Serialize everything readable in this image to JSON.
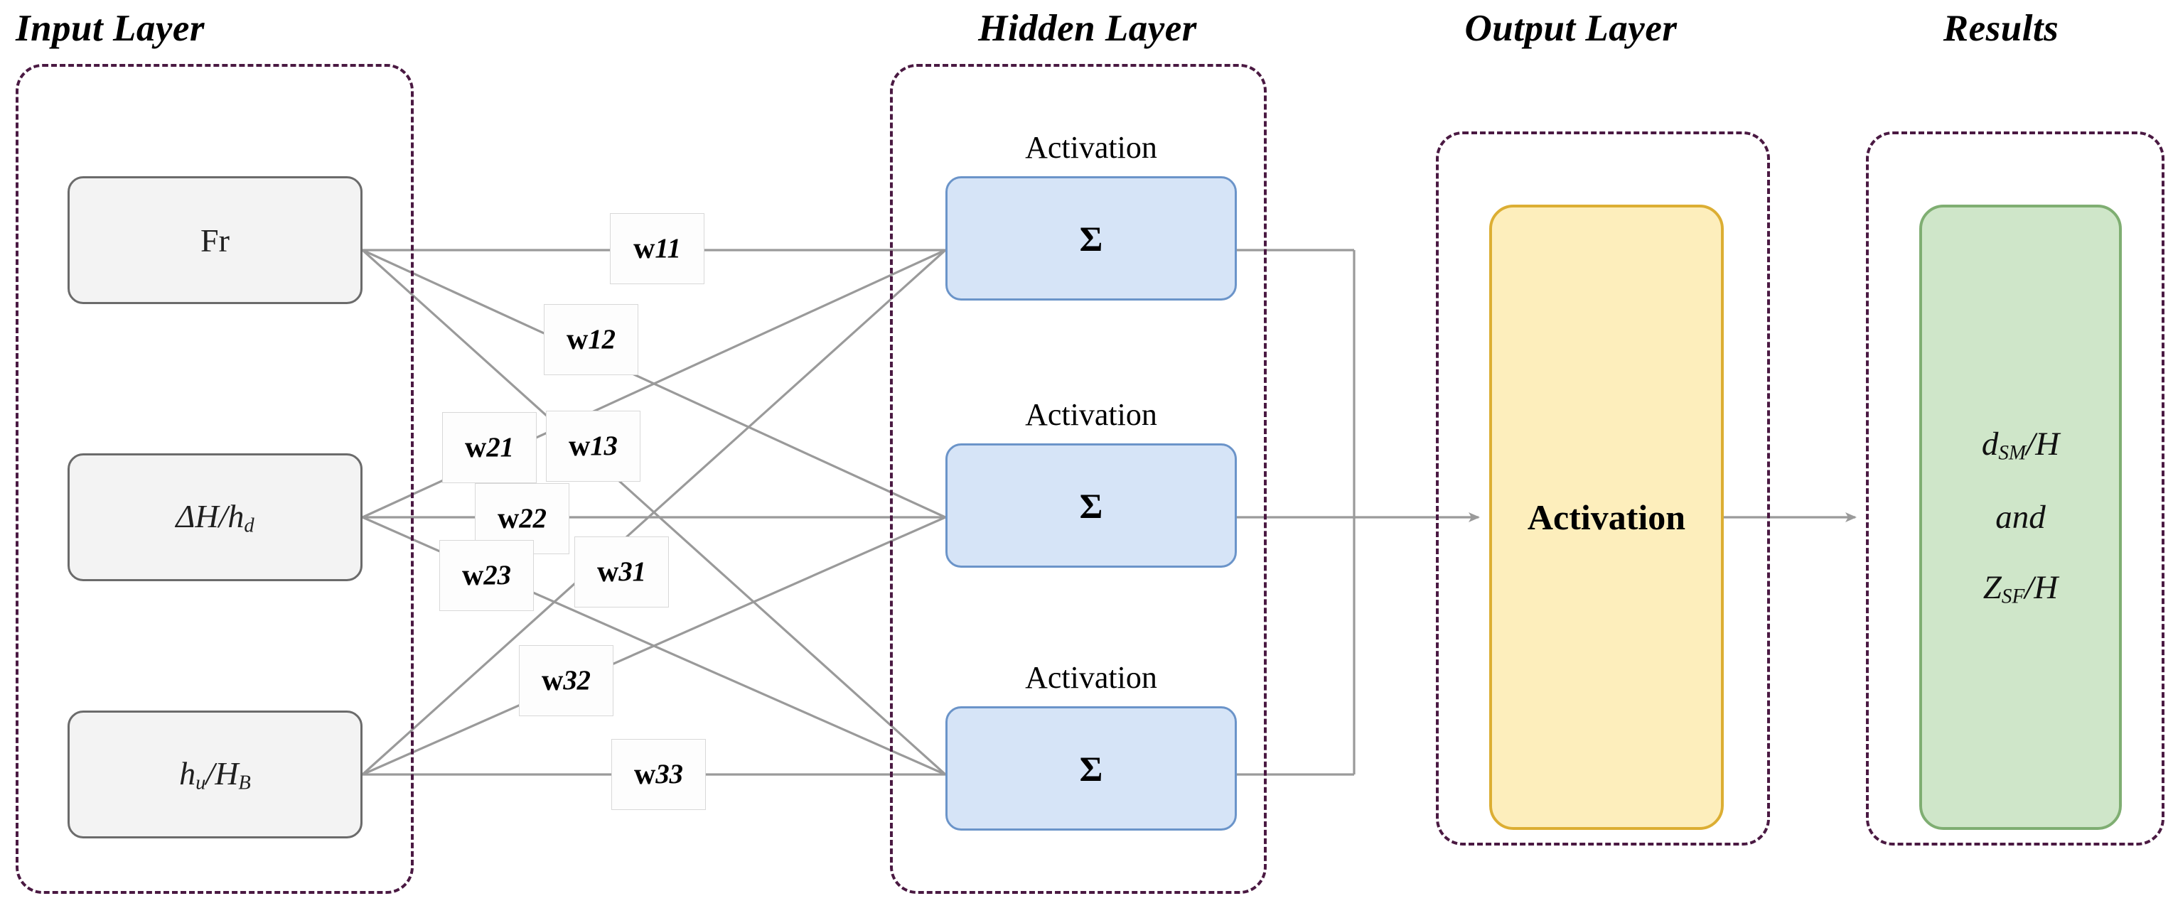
{
  "diagram": {
    "title": "Artificial Neural Network architecture",
    "colors": {
      "dashed_border": "#4a1942",
      "input_fill": "#f3f3f3",
      "input_border": "#6b6b6b",
      "hidden_fill": "#d6e4f7",
      "hidden_border": "#6b94c9",
      "output_fill": "#fdeebc",
      "output_border": "#dcae33",
      "results_fill": "#cfe6c9",
      "results_border": "#7fae72",
      "wire": "#9a9a9a"
    }
  },
  "titles": {
    "input": "Input Layer",
    "hidden": "Hidden Layer",
    "output": "Output Layer",
    "results": "Results"
  },
  "input_layer": {
    "nodes": [
      {
        "label": "Fr",
        "italic": false
      },
      {
        "label": "ΔH/h",
        "sub": "d",
        "italic": true
      },
      {
        "label": "h",
        "sub": "u",
        "tail": "/H",
        "sub2": "B",
        "italic": true
      }
    ]
  },
  "hidden_layer": {
    "activation_label": "Activation",
    "nodes": [
      {
        "symbol": "Σ"
      },
      {
        "symbol": "Σ"
      },
      {
        "symbol": "Σ"
      }
    ]
  },
  "output_layer": {
    "node_label": "Activation"
  },
  "results_layer": {
    "lines": [
      {
        "base": "d",
        "sub": "SM",
        "tail": "/H"
      },
      {
        "base": "and",
        "sub": "",
        "tail": ""
      },
      {
        "base": "Z",
        "sub": "SF",
        "tail": "/H"
      }
    ]
  },
  "weights": [
    {
      "id": "w11",
      "w": "w",
      "idx": "11"
    },
    {
      "id": "w12",
      "w": "w",
      "idx": "12"
    },
    {
      "id": "w13",
      "w": "w",
      "idx": "13"
    },
    {
      "id": "w21",
      "w": "w",
      "idx": "21"
    },
    {
      "id": "w22",
      "w": "w",
      "idx": "22"
    },
    {
      "id": "w23",
      "w": "w",
      "idx": "23"
    },
    {
      "id": "w31",
      "w": "w",
      "idx": "31"
    },
    {
      "id": "w32",
      "w": "w",
      "idx": "32"
    },
    {
      "id": "w33",
      "w": "w",
      "idx": "33"
    }
  ]
}
